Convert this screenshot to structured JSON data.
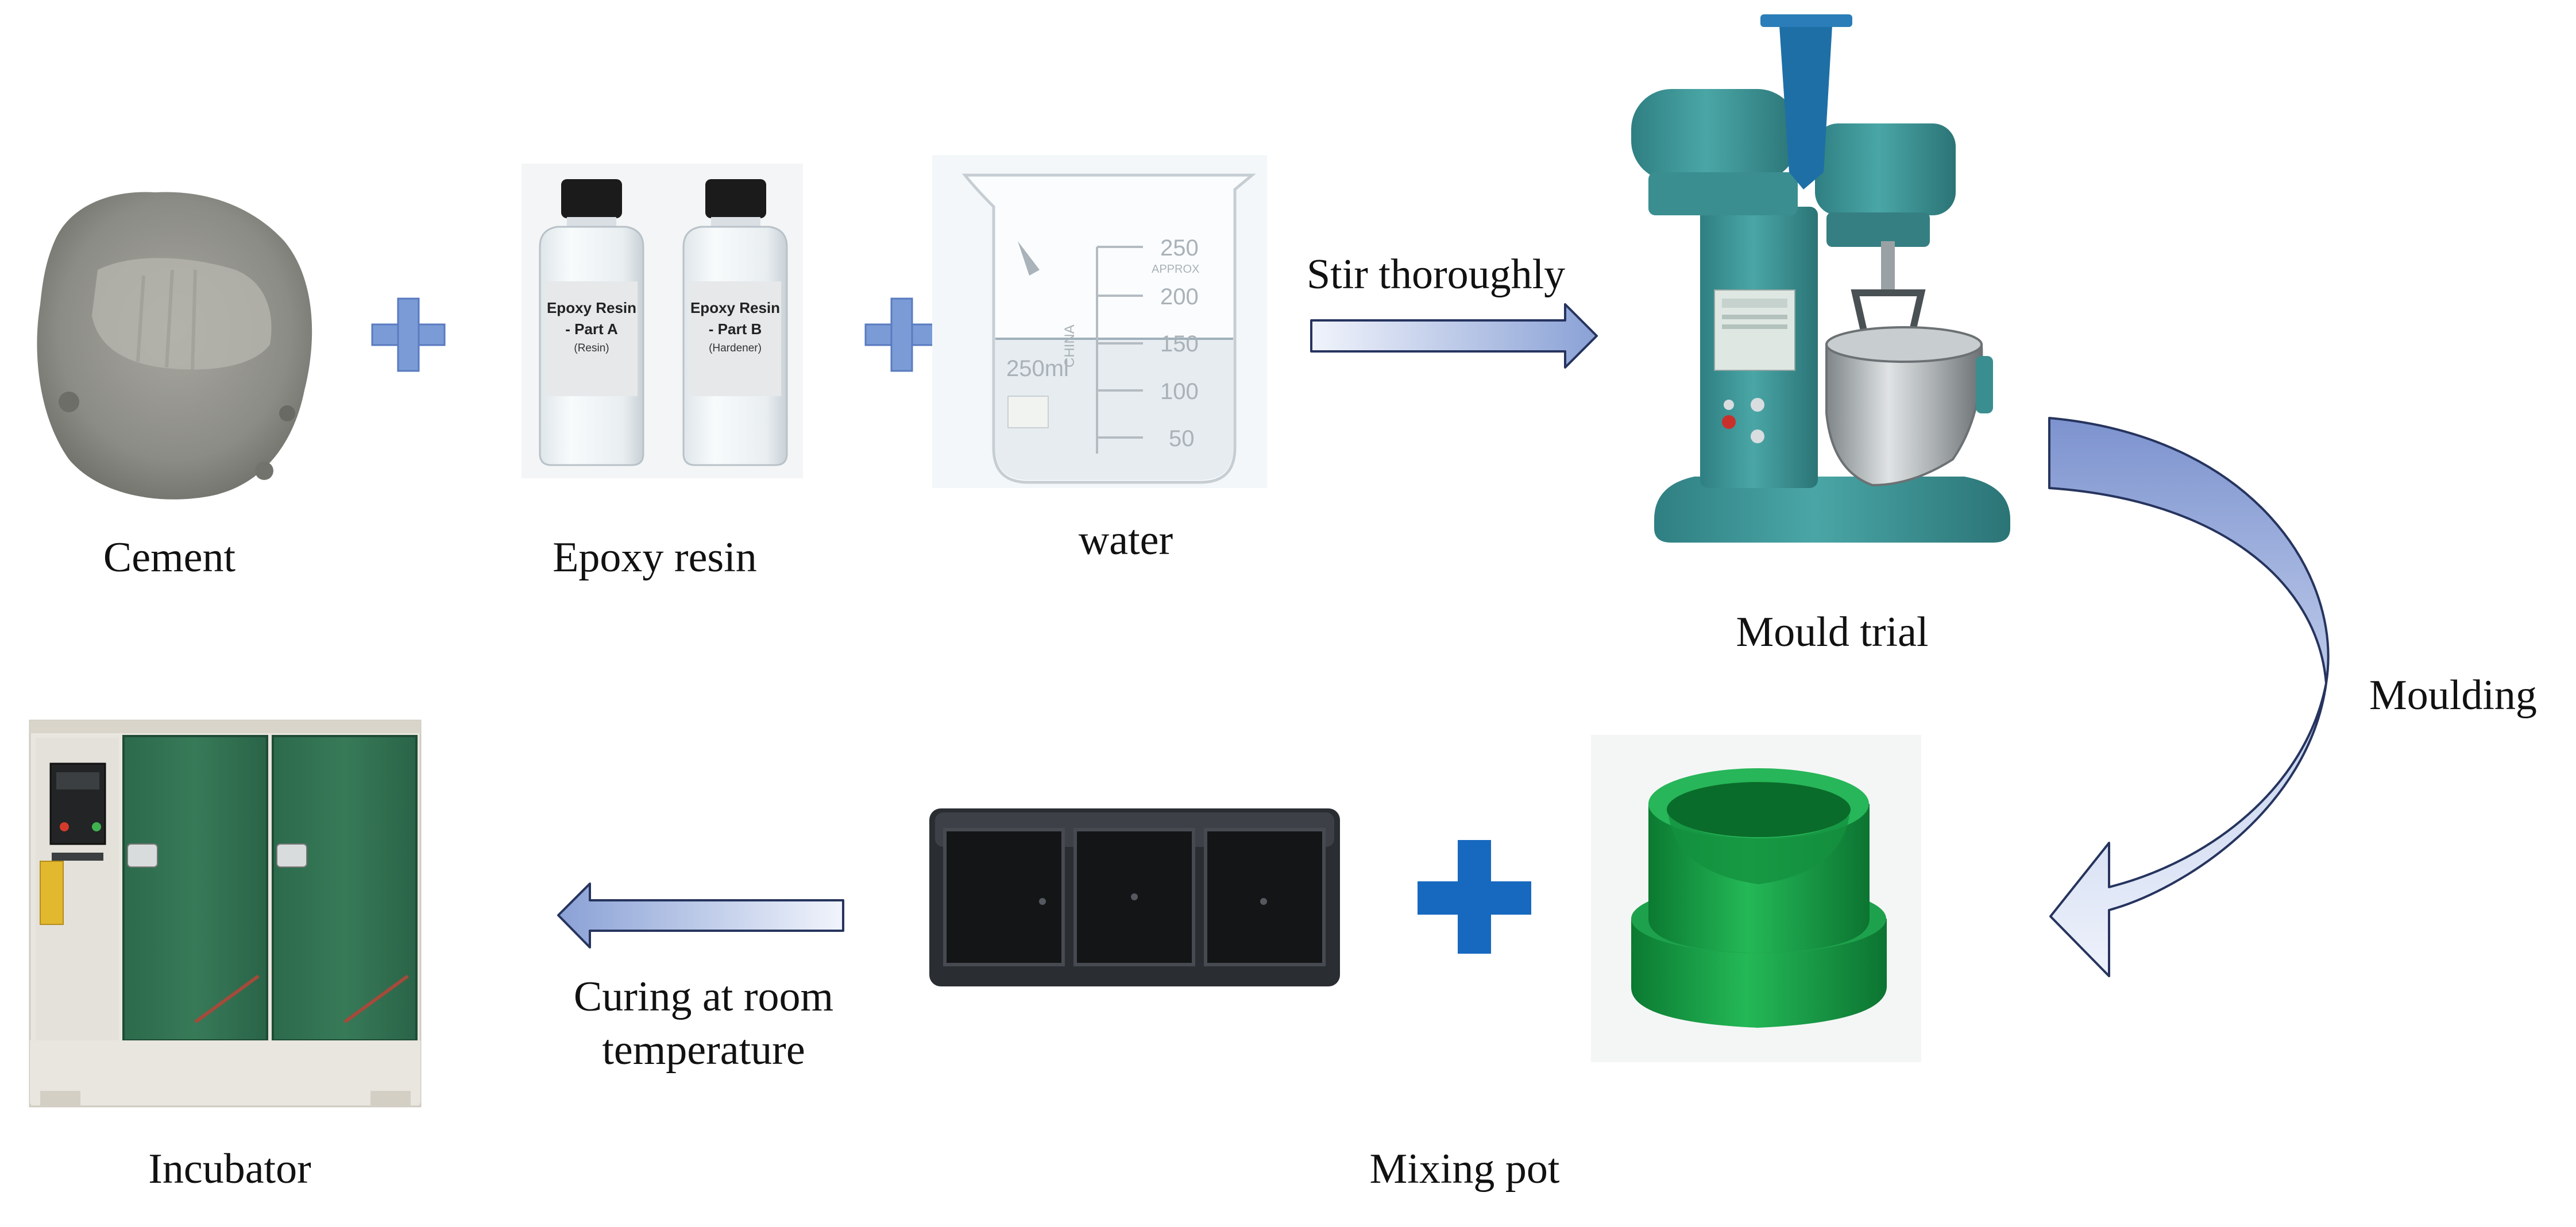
{
  "labels": {
    "cement": "Cement",
    "epoxy_resin": "Epoxy resin",
    "water": "water",
    "stir": "Stir thoroughly",
    "mould_trial": "Mould trial",
    "moulding": "Moulding",
    "mixing_pot": "Mixing pot",
    "curing_line1": "Curing at room",
    "curing_line2": "temperature",
    "incubator": "Incubator"
  },
  "bottles": {
    "a_title1": "Epoxy Resin",
    "a_title2": "- Part A",
    "a_sub": "(Resin)",
    "b_title1": "Epoxy Resin",
    "b_title2": "- Part B",
    "b_sub": "(Hardener)"
  },
  "beaker": {
    "marks": [
      "250",
      "200",
      "150",
      "100",
      "50"
    ],
    "approx": "APPROX",
    "volume": "250ml",
    "china": "CHINA"
  },
  "colors": {
    "plus_light": "#7b9bd6",
    "plus_dark": "#1769c0",
    "arrow_fill_start": "#f1f4fb",
    "arrow_fill_end": "#8aa1d6",
    "arrow_stroke": "#26345e",
    "machine_teal": "#3d9494",
    "mould_green": "#1a9f45",
    "cabinet_green": "#2f6f4f"
  }
}
